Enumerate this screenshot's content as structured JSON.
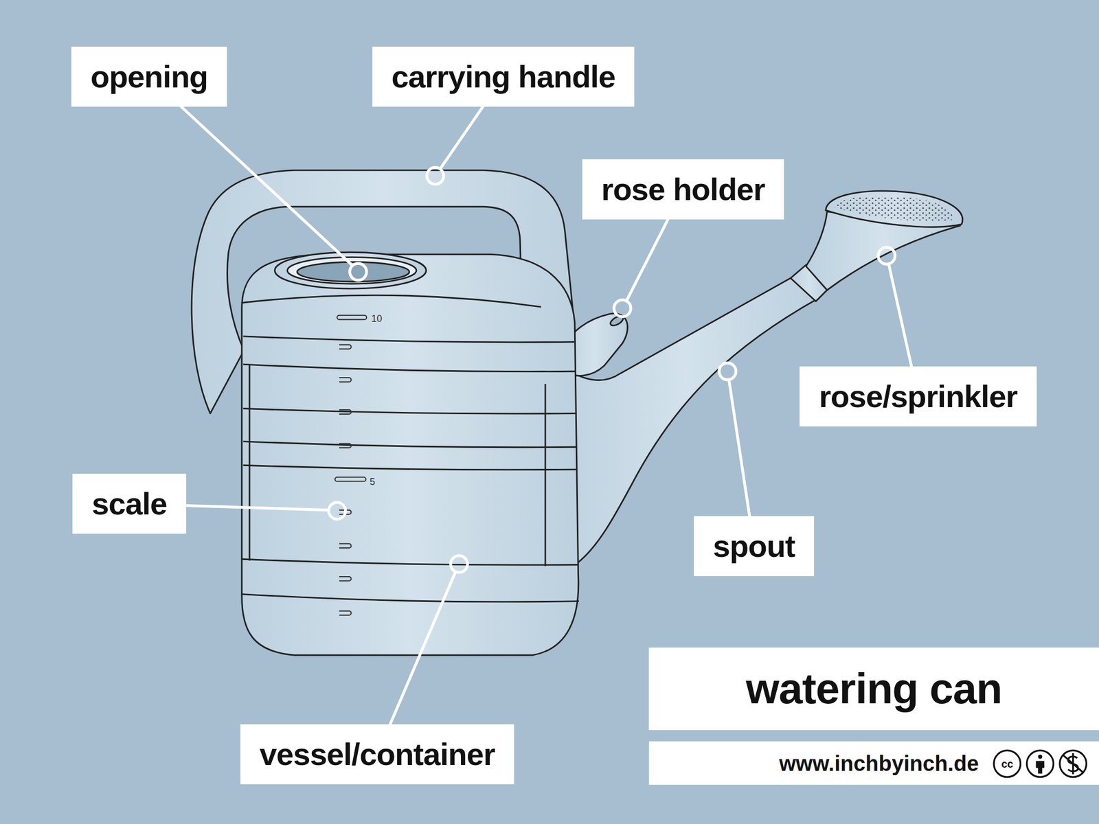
{
  "diagram": {
    "title": "watering can",
    "nodes": [
      {
        "text": [
          "opening"
        ]
      },
      {
        "text": [
          "carrying handle"
        ]
      },
      {
        "text": [
          "rose holder"
        ]
      },
      {
        "text": [
          "rose/sprinkler"
        ]
      },
      {
        "text": [
          "scale"
        ]
      },
      {
        "text": [
          "spout"
        ]
      },
      {
        "text": [
          "vessel/container"
        ]
      }
    ],
    "labels": [
      "10",
      "5",
      "www.inchbyinch.de",
      "cc"
    ]
  }
}
